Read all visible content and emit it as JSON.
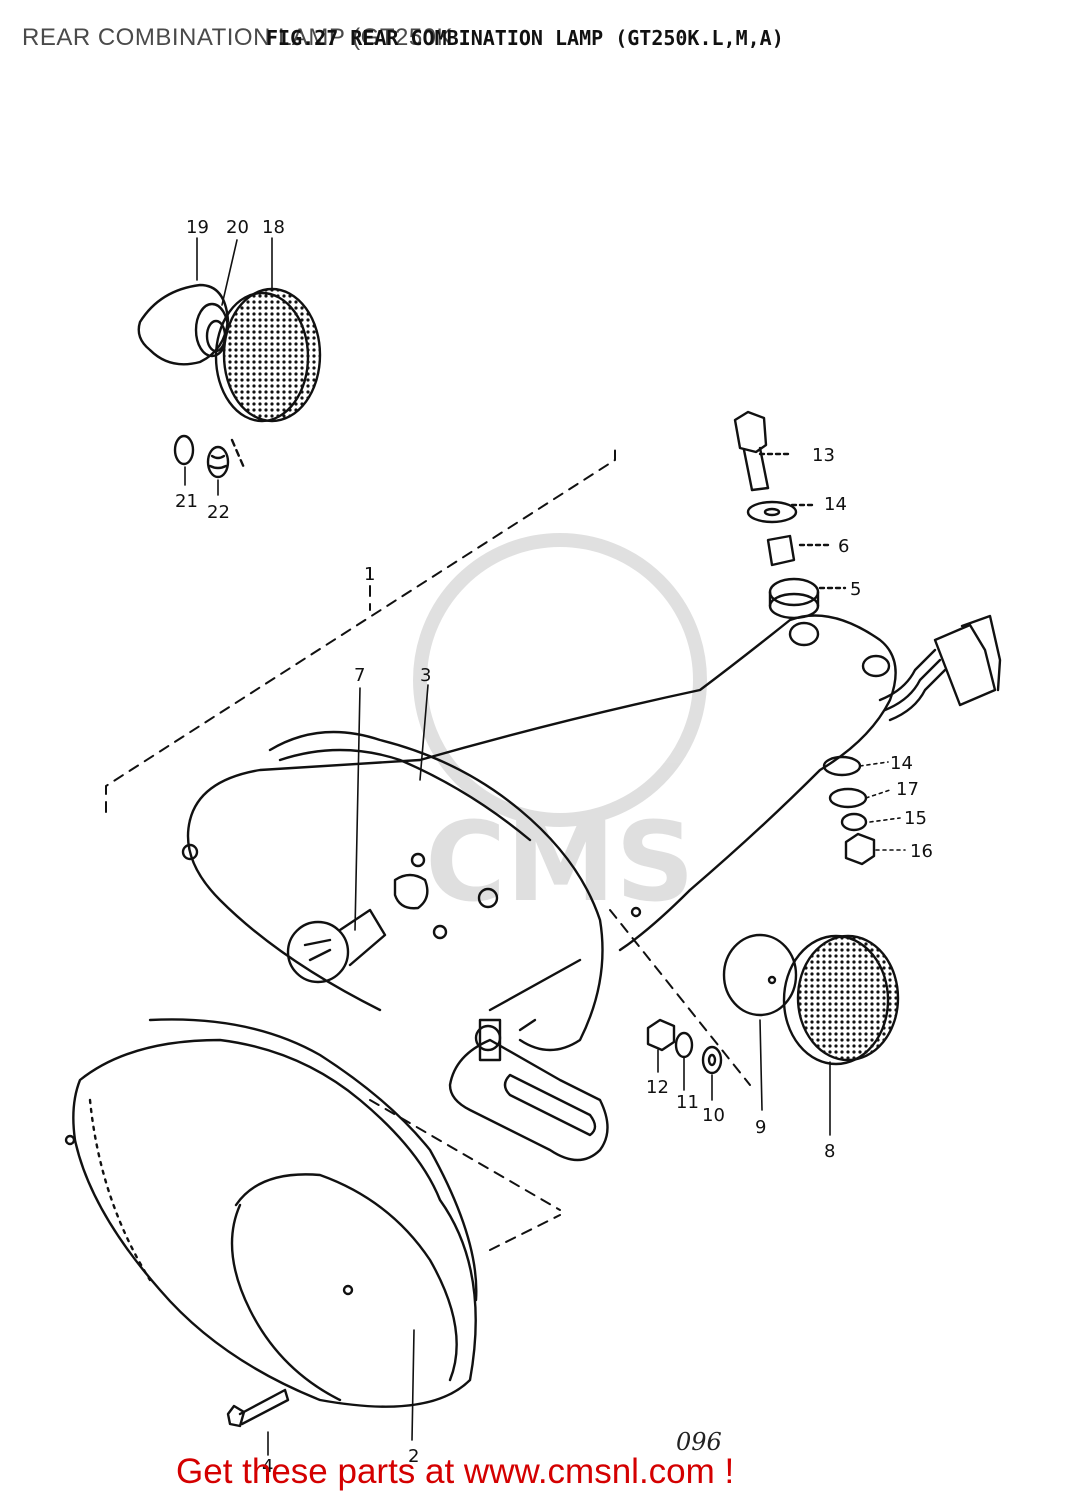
{
  "page_title": "REAR COMBINATION LAMP (GT250K",
  "figure_title": "FIG.27 REAR COMBINATION LAMP (GT250K.L,M,A)",
  "page_number": "096",
  "footer": "Get these parts at www.cmsnl.com !",
  "watermark": "CMS",
  "callouts": [
    "19",
    "20",
    "18",
    "21",
    "22",
    "13",
    "14",
    "6",
    "5",
    "1",
    "7",
    "3",
    "14",
    "17",
    "15",
    "16",
    "12",
    "11",
    "10",
    "9",
    "8",
    "4",
    "2"
  ]
}
